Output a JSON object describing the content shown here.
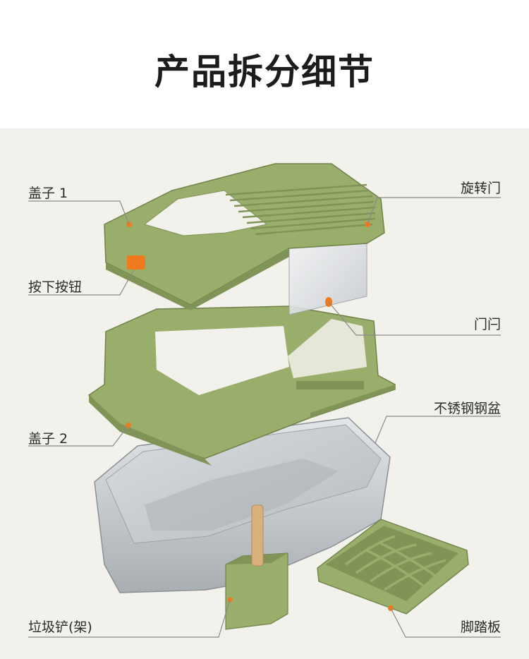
{
  "page": {
    "title": "产品拆分细节"
  },
  "labels": {
    "lid1": "盖子 1",
    "press_button": "按下按钮",
    "lid2": "盖子 2",
    "scoop": "垃圾铲(架)",
    "rotating_door": "旋转门",
    "door_latch": "门闩",
    "steel_basin": "不锈钢钢盆",
    "pedal": "脚踏板"
  },
  "colors": {
    "lid_green": "#9aae6c",
    "lid_dark": "#7f9456",
    "accent_orange": "#f07a1e",
    "steel": "#c9cdd1",
    "background": "#f3f1ec"
  }
}
